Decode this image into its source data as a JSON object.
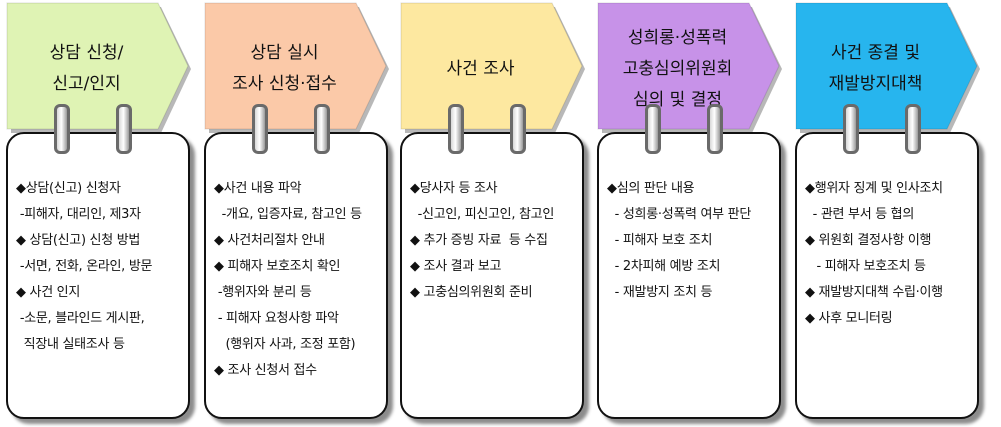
{
  "steps": [
    {
      "title_lines": [
        "상담 신청/",
        "신고/인지"
      ],
      "color": "#dff3b4",
      "items": [
        "◆상담(신고) 신청자",
        " -피해자, 대리인, 제3자",
        "◆ 상담(신고) 신청 방법",
        " -서면, 전화, 온라인, 방문",
        "◆ 사건 인지",
        " -소문, 블라인드 게시판,",
        "  직장내 실태조사 등"
      ]
    },
    {
      "title_lines": [
        "상담 실시",
        "조사 신청·접수"
      ],
      "color": "#fbc9a8",
      "items": [
        "◆사건 내용 파악",
        "  -개요, 입증자료, 참고인 등",
        "◆ 사건처리절차 안내",
        "◆ 피해자 보호조치 확인",
        " -행위자와 분리 등",
        " - 피해자 요청사항 파악",
        "   (행위자 사과, 조정 포함)",
        "◆ 조사 신청서 접수"
      ]
    },
    {
      "title_lines": [
        "사건 조사"
      ],
      "color": "#fde8a0",
      "items": [
        "◆당사자 등 조사",
        "  -신고인, 피신고인, 참고인",
        "◆ 추가 증빙 자료  등 수집",
        "◆ 조사 결과 보고",
        "◆ 고충심의위원회 준비"
      ]
    },
    {
      "title_lines": [
        "성희롱·성폭력",
        "고충심의위원회",
        "심의 및 결정"
      ],
      "color": "#c792e8",
      "items": [
        "◆심의 판단 내용",
        "  - 성희롱·성폭력 여부 판단",
        "  - 피해자 보호 조치",
        "  - 2차피해 예방 조치",
        "  - 재발방지 조치 등"
      ]
    },
    {
      "title_lines": [
        "사건 종결 및",
        "재발방지대책"
      ],
      "color": "#27b5ee",
      "items": [
        "◆행위자 징계 및 인사조치",
        "  - 관련 부서 등 협의",
        "◆ 위원회 결정사항 이행",
        "   - 피해자 보호조치 등",
        "◆ 재발방지대책 수립·이행",
        "◆ 사후 모니터링"
      ]
    }
  ]
}
